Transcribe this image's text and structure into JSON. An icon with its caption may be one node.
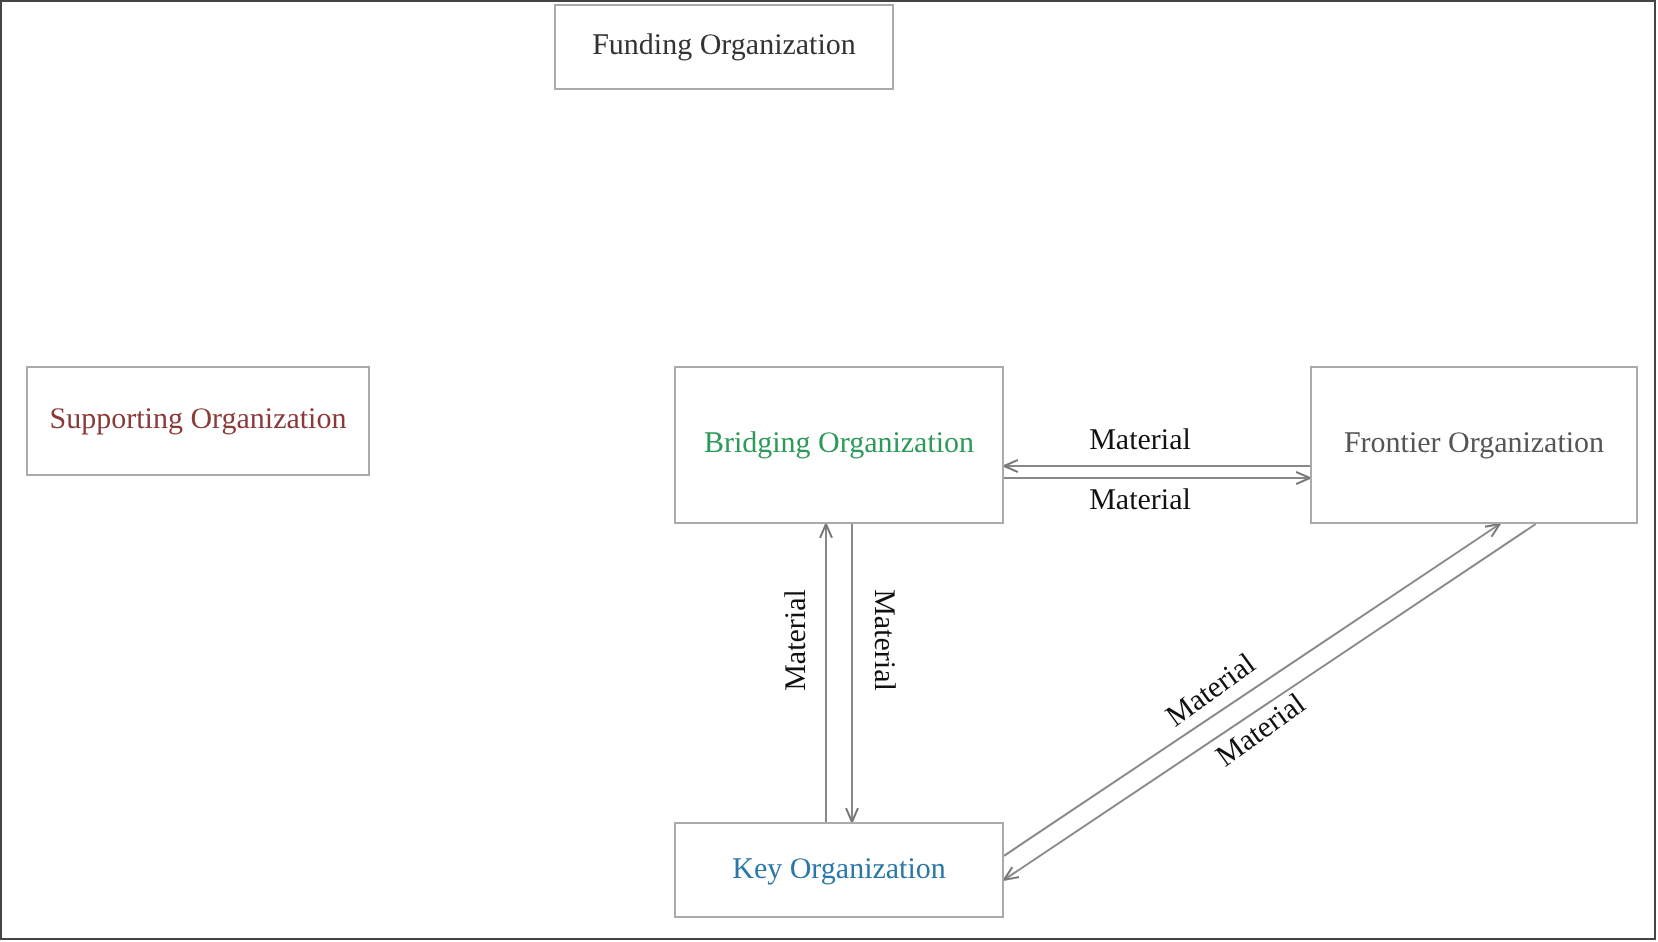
{
  "diagram": {
    "nodes": [
      {
        "text": [
          "Funding Organization"
        ]
      },
      {
        "text": [
          "Supporting Organization"
        ]
      },
      {
        "text": [
          "Bridging Organization"
        ]
      },
      {
        "text": [
          "Frontier Organization"
        ]
      },
      {
        "text": [
          "Key Organization"
        ]
      }
    ],
    "edges": [
      {
        "from": 3,
        "to": 2,
        "arrow": "to",
        "label": "Material"
      },
      {
        "from": 2,
        "to": 3,
        "arrow": "to",
        "label": "Material"
      },
      {
        "from": 4,
        "to": 2,
        "arrow": "to",
        "label": "Material"
      },
      {
        "from": 2,
        "to": 4,
        "arrow": "to",
        "label": "Material"
      },
      {
        "from": 4,
        "to": 3,
        "arrow": "to",
        "label": "Material"
      },
      {
        "from": 3,
        "to": 4,
        "arrow": "to",
        "label": "Material"
      }
    ]
  }
}
